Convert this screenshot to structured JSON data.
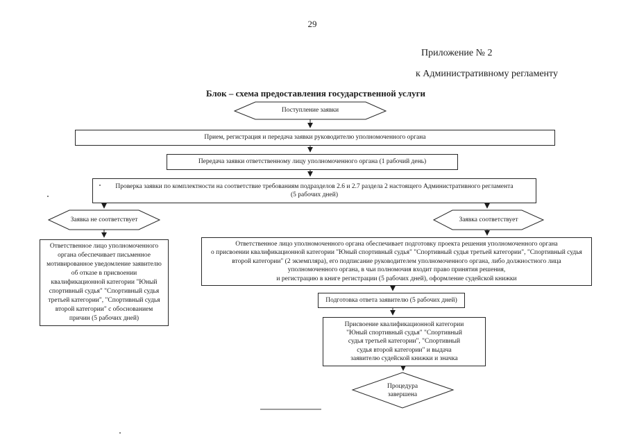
{
  "page": {
    "number": "29",
    "appendix_line1": "Приложение № 2",
    "appendix_line2": "к Административному регламенту",
    "title": "Блок – схема предоставления государственной услуги"
  },
  "flowchart": {
    "start": "Поступление заявки",
    "step1": "Прием, регистрация и передача заявки руководителю уполномоченного органа",
    "step2": "Передача заявки ответственному лицу уполномоченного органа (1 рабочий день)",
    "step3_line1": "Проверка заявки по комплектности на соответствие требованиям подразделов 2.6 и 2.7 раздела 2 настоящего Административного регламента",
    "step3_line2": "(5 рабочих дней)",
    "decision_no": "Заявка не соответствует",
    "decision_yes": "Заявка соответствует",
    "reject_lines": [
      "Ответственное лицо уполномоченного",
      "органа обеспечивает письменное",
      "мотивированное уведомление заявителю",
      "об отказе в присвоении",
      "квалификационной категории \"Юный",
      "спортивный судья\" \"Спортивный судья",
      "третьей категории\", \"Спортивный судья",
      "второй категории\" с обоснованием",
      "причин (5 рабочих дней)"
    ],
    "approve_lines": [
      "Ответственное лицо уполномоченного органа обеспечивает подготовку проекта решения уполномоченного органа",
      "о присвоении квалификационной категории \"Юный спортивный судья\" \"Спортивный судья третьей категории\", \"Спортивный судья",
      "второй категории\" (2 экземпляра), его подписание руководителем уполномоченного органа, либо должностного лица",
      "уполномоченного органа, в чьи полномочия входит право принятия решения,",
      "и регистрацию в книге регистрации (5 рабочих дней), оформление судейской книжки"
    ],
    "answer": "Подготовка ответа заявителю (5 рабочих дней)",
    "assign_lines": [
      "Присвоение квалификационной категории",
      "\"Юный спортивный судья\" \"Спортивный",
      "судья третьей категории\", \"Спортивный",
      "судья второй категории\"  и выдача",
      "заявителю судейской книжки и значка"
    ],
    "end_line1": "Процедура",
    "end_line2": "завершена"
  }
}
